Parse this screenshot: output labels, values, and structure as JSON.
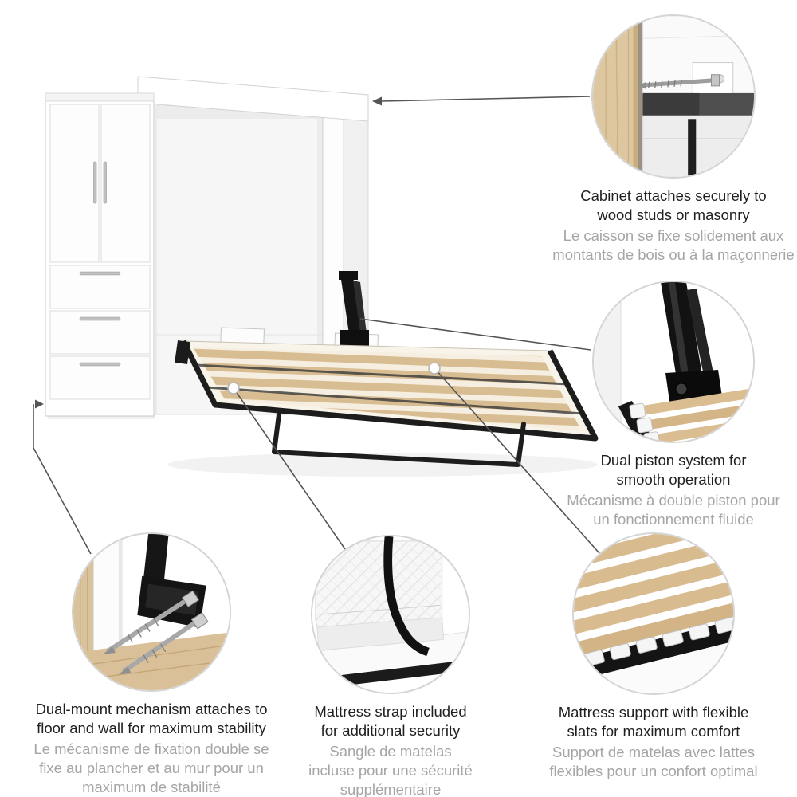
{
  "product_scene": {
    "description": "Murphy wall bed open with slatted platform and storage wardrobe cabinet",
    "colors": {
      "cabinet_white": "#fdfdfd",
      "outline_gray": "#cfcfcf",
      "slat_wood": "#d9bd92",
      "frame_black": "#1d1d1d",
      "connector_gray": "#555555",
      "circle_border": "#d4d4d4",
      "title_text": "#1f1f1f",
      "subtitle_text": "#a5a5a5"
    },
    "icons": [
      "callout-marker-dot-icon",
      "arrowhead-left-icon",
      "arrowhead-right-icon"
    ]
  },
  "callouts": [
    {
      "id": "cabinet-attachment",
      "en": "Cabinet attaches securely to\nwood studs or masonry",
      "fr": "Le caisson se fixe solidement aux\nmontants de bois ou à la maçonnerie"
    },
    {
      "id": "dual-piston",
      "en": "Dual piston system for\nsmooth operation",
      "fr": "Mécanisme à double piston pour\nun fonctionnement fluide"
    },
    {
      "id": "dual-mount",
      "en": "Dual-mount mechanism attaches to\nfloor and wall for maximum stability",
      "fr": "Le mécanisme de fixation double se\nfixe au plancher et au mur pour un\nmaximum de stabilité"
    },
    {
      "id": "mattress-strap",
      "en": "Mattress strap included\nfor additional security",
      "fr": "Sangle de matelas\nincluse pour une sécurité\nsupplémentaire"
    },
    {
      "id": "mattress-support",
      "en": "Mattress support with flexible\nslats for maximum comfort",
      "fr": "Support de matelas avec lattes\nflexibles pour un confort optimal"
    }
  ]
}
